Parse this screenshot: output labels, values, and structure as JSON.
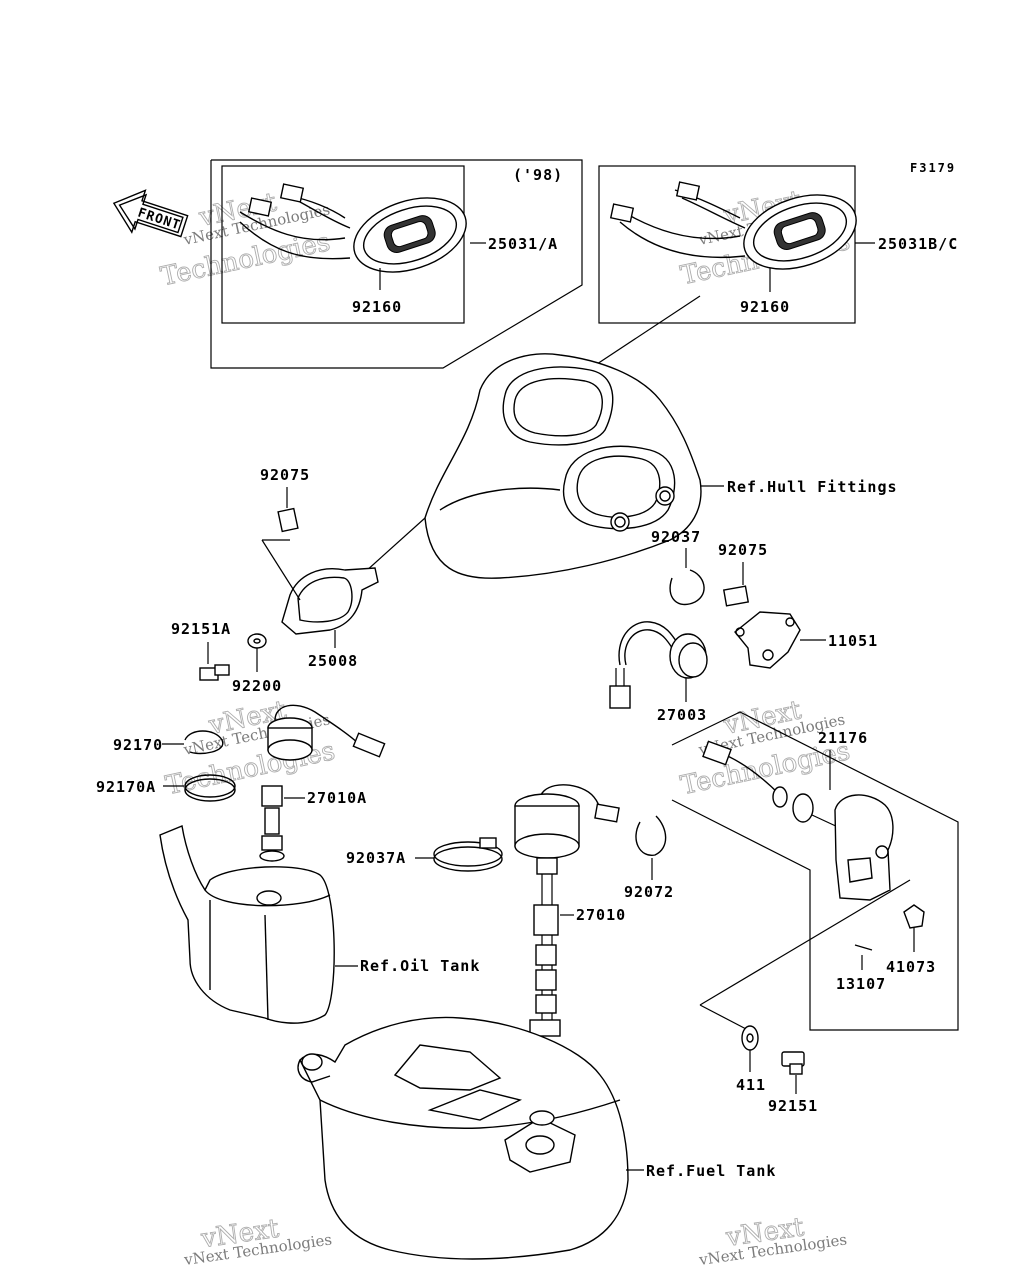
{
  "figure_code": "F3179",
  "year_note": "('98)",
  "front_arrow": "FRONT",
  "watermark": {
    "line1": "vNext Technologies",
    "line2": "Technologies",
    "line3": "vNext"
  },
  "labels": {
    "p25031a": "25031/A",
    "p25031bc": "25031B/C",
    "p92160a": "92160",
    "p92160b": "92160",
    "hull": "Ref.Hull Fittings",
    "p92075a": "92075",
    "p92151a": "92151A",
    "p92200": "92200",
    "p25008": "25008",
    "p92037": "92037",
    "p92075b": "92075",
    "p11051": "11051",
    "p27003": "27003",
    "p21176": "21176",
    "p92170": "92170",
    "p92170a": "92170A",
    "p27010a": "27010A",
    "p92037a": "92037A",
    "p92072": "92072",
    "p27010": "27010",
    "oil": "Ref.Oil Tank",
    "p13107": "13107",
    "p41073": "41073",
    "p411": "411",
    "p92151": "92151",
    "fuel": "Ref.Fuel Tank"
  }
}
